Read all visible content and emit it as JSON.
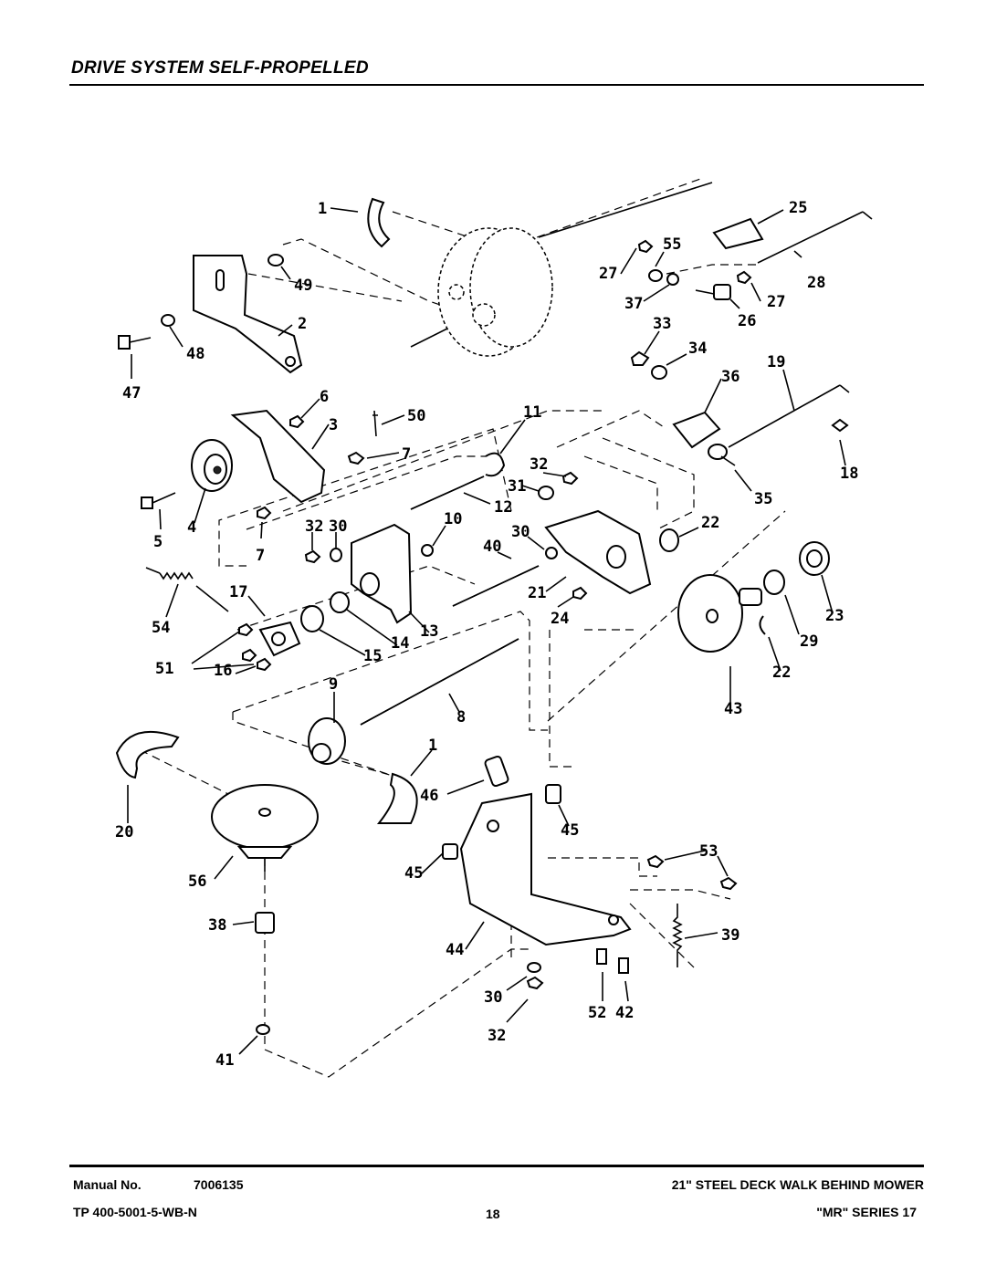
{
  "header": {
    "title": "DRIVE SYSTEM SELF-PROPELLED"
  },
  "diagram": {
    "callouts": [
      "1",
      "25",
      "55",
      "27",
      "28",
      "49",
      "37",
      "26",
      "27",
      "2",
      "33",
      "34",
      "48",
      "19",
      "36",
      "47",
      "6",
      "50",
      "11",
      "3",
      "7",
      "32",
      "18",
      "31",
      "12",
      "35",
      "5",
      "4",
      "32",
      "30",
      "10",
      "30",
      "22",
      "7",
      "40",
      "17",
      "21",
      "23",
      "54",
      "24",
      "13",
      "29",
      "14",
      "15",
      "51",
      "16",
      "22",
      "43",
      "9",
      "8",
      "1",
      "46",
      "20",
      "45",
      "53",
      "56",
      "45",
      "38",
      "39",
      "44",
      "30",
      "52",
      "42",
      "32",
      "41"
    ]
  },
  "footer": {
    "manual_label": "Manual No.",
    "manual_number": "7006135",
    "tp_code": "TP 400-5001-5-WB-N",
    "page_number": "18",
    "product": "21\" STEEL DECK WALK BEHIND MOWER",
    "series": "\"MR\" SERIES 17"
  }
}
